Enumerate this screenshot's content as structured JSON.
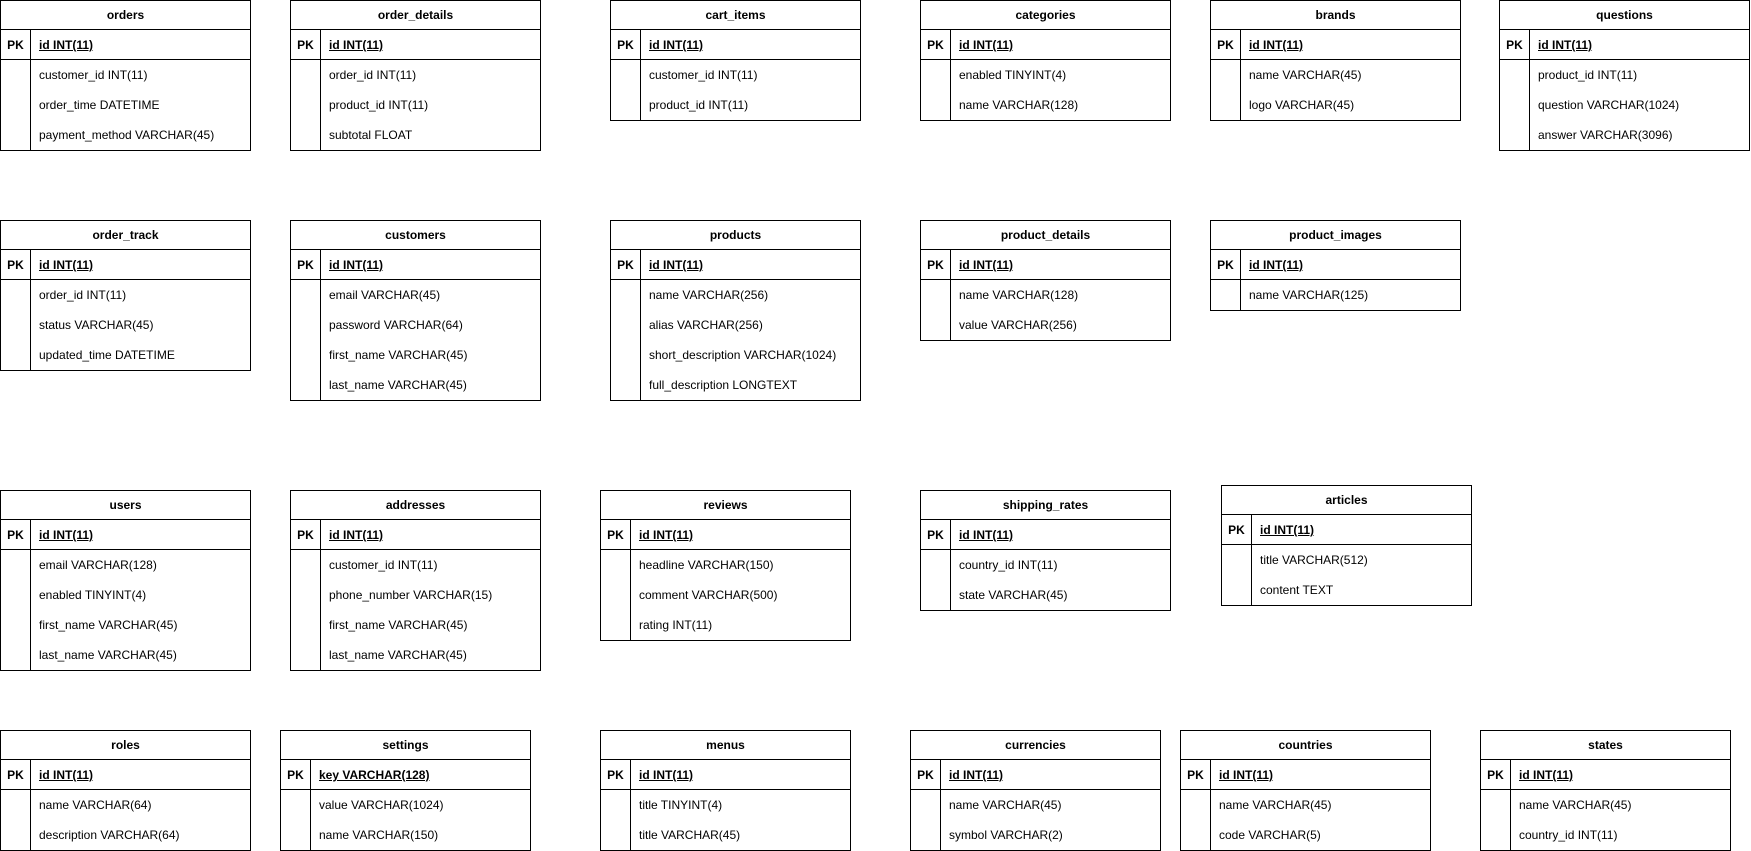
{
  "tables": {
    "orders": {
      "name": "orders",
      "pk_label": "PK",
      "pk": "id INT(11)",
      "fields": [
        "customer_id INT(11)",
        "order_time DATETIME",
        "payment_method VARCHAR(45)"
      ]
    },
    "order_details": {
      "name": "order_details",
      "pk_label": "PK",
      "pk": "id INT(11)",
      "fields": [
        "order_id INT(11)",
        "product_id INT(11)",
        "subtotal FLOAT"
      ]
    },
    "cart_items": {
      "name": "cart_items",
      "pk_label": "PK",
      "pk": "id INT(11)",
      "fields": [
        "customer_id INT(11)",
        "product_id INT(11)"
      ]
    },
    "categories": {
      "name": "categories",
      "pk_label": "PK",
      "pk": "id INT(11)",
      "fields": [
        "enabled TINYINT(4)",
        "name VARCHAR(128)"
      ]
    },
    "brands": {
      "name": "brands",
      "pk_label": "PK",
      "pk": "id INT(11)",
      "fields": [
        "name VARCHAR(45)",
        "logo VARCHAR(45)"
      ]
    },
    "questions": {
      "name": "questions",
      "pk_label": "PK",
      "pk": "id INT(11)",
      "fields": [
        "product_id INT(11)",
        "question VARCHAR(1024)",
        "answer VARCHAR(3096)"
      ]
    },
    "order_track": {
      "name": "order_track",
      "pk_label": "PK",
      "pk": "id INT(11)",
      "fields": [
        "order_id INT(11)",
        "status VARCHAR(45)",
        "updated_time DATETIME"
      ]
    },
    "customers": {
      "name": "customers",
      "pk_label": "PK",
      "pk": "id INT(11)",
      "fields": [
        "email VARCHAR(45)",
        "password VARCHAR(64)",
        "first_name VARCHAR(45)",
        "last_name VARCHAR(45)"
      ]
    },
    "products": {
      "name": "products",
      "pk_label": "PK",
      "pk": "id INT(11)",
      "fields": [
        "name VARCHAR(256)",
        "alias VARCHAR(256)",
        "short_description VARCHAR(1024)",
        "full_description LONGTEXT"
      ]
    },
    "product_details": {
      "name": "product_details",
      "pk_label": "PK",
      "pk": "id INT(11)",
      "fields": [
        "name VARCHAR(128)",
        "value VARCHAR(256)"
      ]
    },
    "product_images": {
      "name": "product_images",
      "pk_label": "PK",
      "pk": "id INT(11)",
      "fields": [
        "name VARCHAR(125)"
      ]
    },
    "users": {
      "name": "users",
      "pk_label": "PK",
      "pk": "id INT(11)",
      "fields": [
        "email VARCHAR(128)",
        "enabled TINYINT(4)",
        "first_name VARCHAR(45)",
        "last_name VARCHAR(45)"
      ]
    },
    "addresses": {
      "name": "addresses",
      "pk_label": "PK",
      "pk": "id INT(11)",
      "fields": [
        "customer_id INT(11)",
        "phone_number VARCHAR(15)",
        "first_name VARCHAR(45)",
        "last_name VARCHAR(45)"
      ]
    },
    "reviews": {
      "name": "reviews",
      "pk_label": "PK",
      "pk": "id INT(11)",
      "fields": [
        "headline VARCHAR(150)",
        "comment VARCHAR(500)",
        "rating INT(11)"
      ]
    },
    "shipping_rates": {
      "name": "shipping_rates",
      "pk_label": "PK",
      "pk": "id INT(11)",
      "fields": [
        "country_id INT(11)",
        "state VARCHAR(45)"
      ]
    },
    "articles": {
      "name": "articles",
      "pk_label": "PK",
      "pk": "id INT(11)",
      "fields": [
        "title VARCHAR(512)",
        "content TEXT"
      ]
    },
    "roles": {
      "name": "roles",
      "pk_label": "PK",
      "pk": "id INT(11)",
      "fields": [
        "name VARCHAR(64)",
        "description VARCHAR(64)"
      ]
    },
    "settings": {
      "name": "settings",
      "pk_label": "PK",
      "pk": "key VARCHAR(128)",
      "fields": [
        "value VARCHAR(1024)",
        "name VARCHAR(150)"
      ]
    },
    "menus": {
      "name": "menus",
      "pk_label": "PK",
      "pk": "id INT(11)",
      "fields": [
        "title TINYINT(4)",
        "title VARCHAR(45)"
      ]
    },
    "currencies": {
      "name": "currencies",
      "pk_label": "PK",
      "pk": "id INT(11)",
      "fields": [
        "name VARCHAR(45)",
        "symbol VARCHAR(2)"
      ]
    },
    "countries": {
      "name": "countries",
      "pk_label": "PK",
      "pk": "id INT(11)",
      "fields": [
        "name VARCHAR(45)",
        "code VARCHAR(5)"
      ]
    },
    "states": {
      "name": "states",
      "pk_label": "PK",
      "pk": "id INT(11)",
      "fields": [
        "name VARCHAR(45)",
        "country_id INT(11)"
      ]
    }
  }
}
